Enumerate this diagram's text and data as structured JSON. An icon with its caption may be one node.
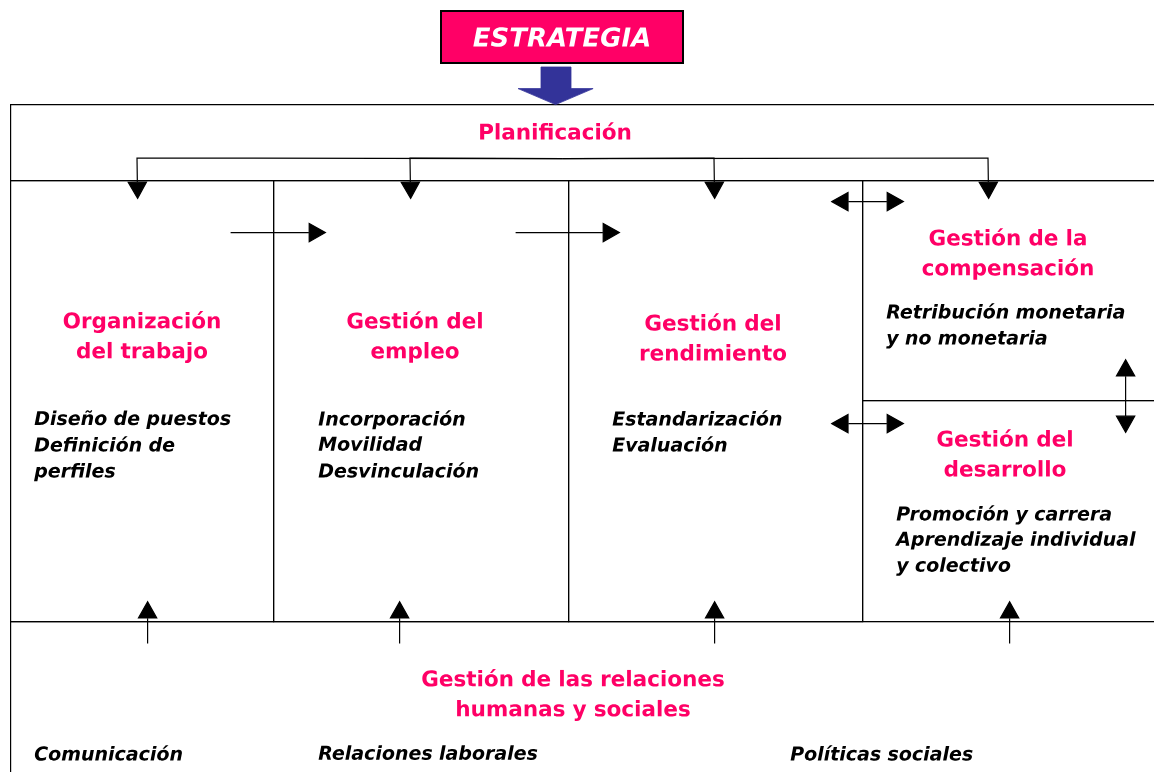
{
  "diagram": {
    "nodes": [
      {
        "text": [
          "ESTRATEGIA"
        ]
      },
      {
        "text": [
          "Planificación"
        ]
      },
      {
        "text": [
          "Organización del trabajo",
          "Diseño de puestos",
          "Definición de perfiles"
        ]
      },
      {
        "text": [
          "Gestión del empleo",
          "Incorporación",
          "Movilidad",
          "Desvinculación"
        ]
      },
      {
        "text": [
          "Gestión del rendimiento",
          "Estandarización",
          "Evaluación"
        ]
      },
      {
        "text": [
          "Gestión de la compensación",
          "Retribución monetaria y no monetaria"
        ]
      },
      {
        "text": [
          "Gestión del desarrollo",
          "Promoción y carrera",
          "Aprendizaje individual y colectivo"
        ]
      },
      {
        "text": [
          "Gestión de las relaciones humanas y sociales",
          "Comunicación",
          "Relaciones laborales",
          "Políticas sociales"
        ]
      }
    ],
    "edges": [
      {
        "from": 0,
        "to": 1,
        "arrow": "to",
        "style": "thick",
        "color": "#333399"
      },
      {
        "from": 1,
        "to": 2,
        "arrow": "to"
      },
      {
        "from": 1,
        "to": 3,
        "arrow": "to"
      },
      {
        "from": 1,
        "to": 4,
        "arrow": "to"
      },
      {
        "from": 1,
        "to": 5,
        "arrow": "to"
      },
      {
        "from": 2,
        "to": 3,
        "arrow": "to"
      },
      {
        "from": 3,
        "to": 4,
        "arrow": "to"
      },
      {
        "from": 4,
        "to": 5,
        "arrow": "both"
      },
      {
        "from": 4,
        "to": 6,
        "arrow": "both"
      },
      {
        "from": 5,
        "to": 6,
        "arrow": "both"
      },
      {
        "from": 7,
        "to": 2,
        "arrow": "to"
      },
      {
        "from": 7,
        "to": 3,
        "arrow": "to"
      },
      {
        "from": 7,
        "to": 4,
        "arrow": "to"
      },
      {
        "from": 7,
        "to": 6,
        "arrow": "to"
      }
    ]
  }
}
